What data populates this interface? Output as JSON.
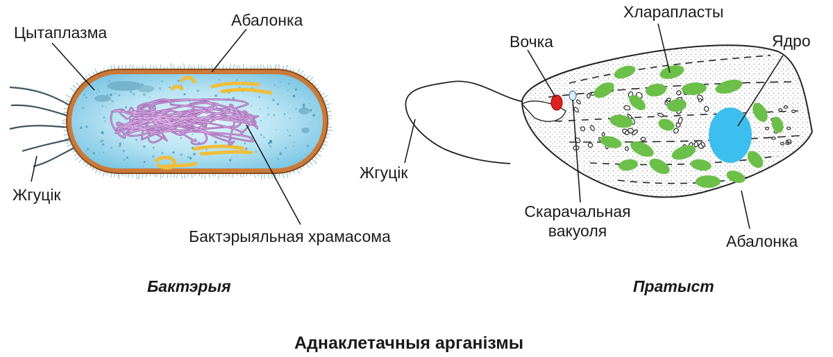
{
  "bacterium": {
    "caption": "Бактэрыя",
    "labels": {
      "cytoplasm": "Цытаплазма",
      "membrane": "Абалонка",
      "flagellum": "Жгуцік",
      "chromosome": "Бактэрыяльная храмасома"
    }
  },
  "protist": {
    "caption": "Пратыст",
    "labels": {
      "chloroplasts": "Хларапласты",
      "eyespot": "Вочка",
      "nucleus": "Ядро",
      "flagellum": "Жгуцік",
      "contractile_vacuole_line1": "Скарачальная",
      "contractile_vacuole_line2": "вакуоля",
      "membrane": "Абалонка"
    }
  },
  "title": "Аднаклетачныя арганізмы",
  "colors": {
    "bacterium_outline": "#b5651d",
    "bacterium_cytoplasm": "#a8dcef",
    "chromosome": "#a05fb0",
    "bacterium_granules": "#f2c14e",
    "chloroplast": "#6cc04a",
    "nucleus": "#3cbfee",
    "eyespot": "#e02020",
    "leader_line": "#1a1a1a"
  }
}
